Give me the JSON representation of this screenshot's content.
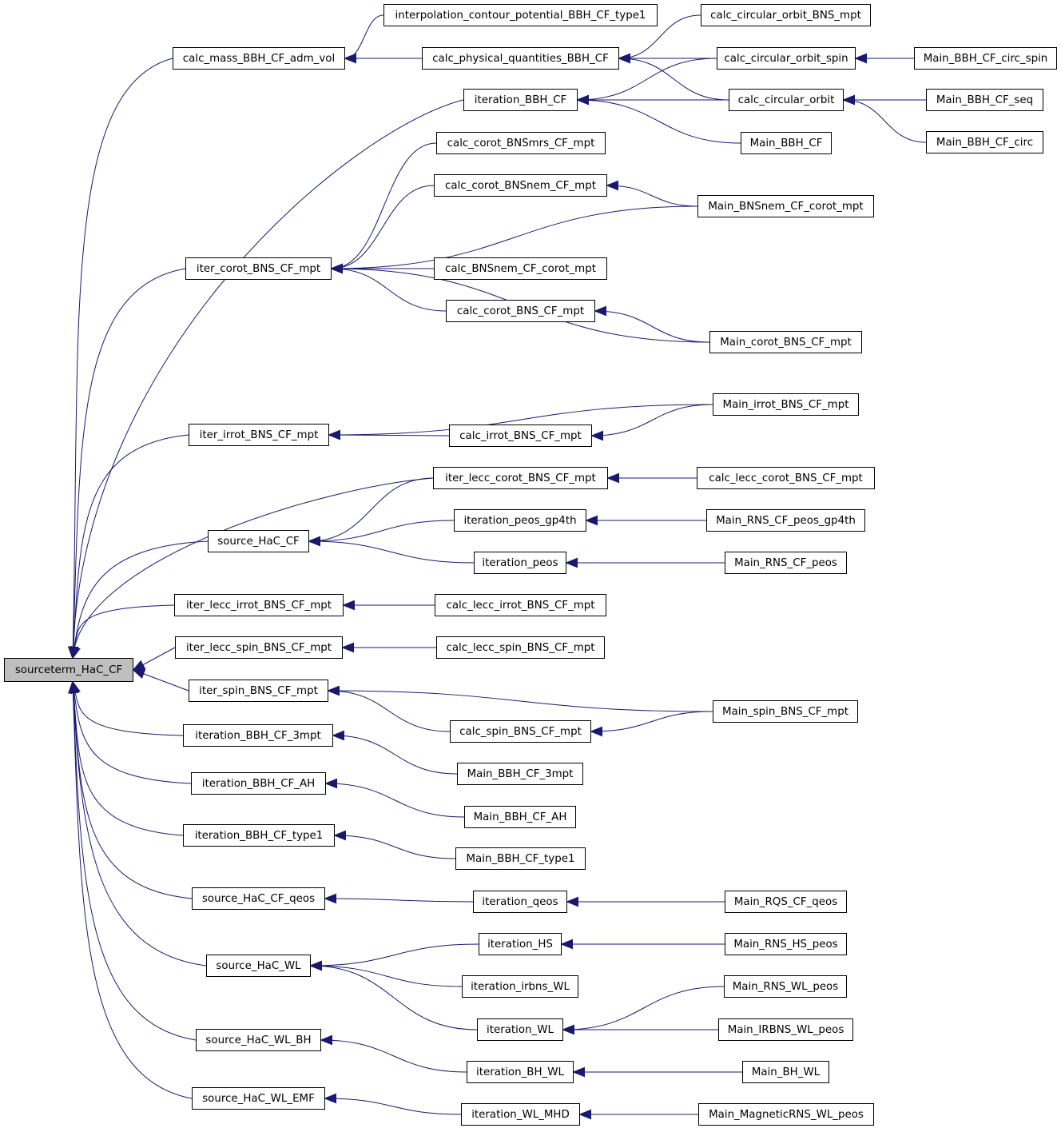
{
  "graph": {
    "root": "sourceterm_HaC_CF",
    "edge_color": "#191970",
    "root_fill": "#bfbfbf",
    "nodes": {
      "root": "sourceterm_HaC_CF",
      "calc_mass": "calc_mass_BBH_CF_adm_vol",
      "iter_corot": "iter_corot_BNS_CF_mpt",
      "iter_irrot": "iter_irrot_BNS_CF_mpt",
      "source_HaC_CF": "source_HaC_CF",
      "iter_lecc_irrot": "iter_lecc_irrot_BNS_CF_mpt",
      "iter_lecc_spin": "iter_lecc_spin_BNS_CF_mpt",
      "iter_spin": "iter_spin_BNS_CF_mpt",
      "iteration_BBH_CF_3mpt": "iteration_BBH_CF_3mpt",
      "iteration_BBH_CF_AH": "iteration_BBH_CF_AH",
      "iteration_BBH_CF_type1": "iteration_BBH_CF_type1",
      "source_HaC_CF_qeos": "source_HaC_CF_qeos",
      "source_HaC_WL": "source_HaC_WL",
      "source_HaC_WL_BH": "source_HaC_WL_BH",
      "source_HaC_WL_EMF": "source_HaC_WL_EMF",
      "interp": "interpolation_contour_potential_BBH_CF_type1",
      "calc_phys": "calc_physical_quantities_BBH_CF",
      "iteration_BBH_CF": "iteration_BBH_CF",
      "calc_corot_BNSmrs": "calc_corot_BNSmrs_CF_mpt",
      "calc_corot_BNSnem": "calc_corot_BNSnem_CF_mpt",
      "calc_BNSnem_corot": "calc_BNSnem_CF_corot_mpt",
      "calc_corot_BNS": "calc_corot_BNS_CF_mpt",
      "calc_irrot": "calc_irrot_BNS_CF_mpt",
      "iter_lecc_corot": "iter_lecc_corot_BNS_CF_mpt",
      "iteration_peos_gp4th": "iteration_peos_gp4th",
      "iteration_peos": "iteration_peos",
      "calc_lecc_irrot": "calc_lecc_irrot_BNS_CF_mpt",
      "calc_lecc_spin": "calc_lecc_spin_BNS_CF_mpt",
      "calc_spin": "calc_spin_BNS_CF_mpt",
      "Main_BBH_CF_3mpt": "Main_BBH_CF_3mpt",
      "Main_BBH_CF_AH": "Main_BBH_CF_AH",
      "Main_BBH_CF_type1": "Main_BBH_CF_type1",
      "iteration_qeos": "iteration_qeos",
      "iteration_HS": "iteration_HS",
      "iteration_irbns_WL": "iteration_irbns_WL",
      "iteration_WL": "iteration_WL",
      "iteration_BH_WL": "iteration_BH_WL",
      "iteration_WL_MHD": "iteration_WL_MHD",
      "calc_circ_BNS": "calc_circular_orbit_BNS_mpt",
      "calc_circ_spin": "calc_circular_orbit_spin",
      "calc_circ": "calc_circular_orbit",
      "Main_BBH_CF": "Main_BBH_CF",
      "Main_BNSnem": "Main_BNSnem_CF_corot_mpt",
      "Main_corot": "Main_corot_BNS_CF_mpt",
      "Main_irrot": "Main_irrot_BNS_CF_mpt",
      "calc_lecc_corot": "calc_lecc_corot_BNS_CF_mpt",
      "Main_RNS_gp4th": "Main_RNS_CF_peos_gp4th",
      "Main_RNS_peos": "Main_RNS_CF_peos",
      "Main_spin": "Main_spin_BNS_CF_mpt",
      "Main_RQS_qeos": "Main_RQS_CF_qeos",
      "Main_RNS_HS": "Main_RNS_HS_peos",
      "Main_RNS_WL": "Main_RNS_WL_peos",
      "Main_IRBNS_WL": "Main_IRBNS_WL_peos",
      "Main_BH_WL": "Main_BH_WL",
      "Main_MagRNS": "Main_MagneticRNS_WL_peos",
      "Main_circ_spin": "Main_BBH_CF_circ_spin",
      "Main_seq": "Main_BBH_CF_seq",
      "Main_circ": "Main_BBH_CF_circ"
    },
    "edges": [
      [
        "root",
        "calc_mass"
      ],
      [
        "root",
        "iteration_BBH_CF"
      ],
      [
        "root",
        "iter_corot"
      ],
      [
        "root",
        "iter_irrot"
      ],
      [
        "root",
        "iter_lecc_corot"
      ],
      [
        "root",
        "source_HaC_CF"
      ],
      [
        "root",
        "iter_lecc_irrot"
      ],
      [
        "root",
        "iter_lecc_spin"
      ],
      [
        "root",
        "iter_spin"
      ],
      [
        "root",
        "iteration_BBH_CF_3mpt"
      ],
      [
        "root",
        "iteration_BBH_CF_AH"
      ],
      [
        "root",
        "iteration_BBH_CF_type1"
      ],
      [
        "root",
        "source_HaC_CF_qeos"
      ],
      [
        "root",
        "source_HaC_WL"
      ],
      [
        "root",
        "source_HaC_WL_BH"
      ],
      [
        "root",
        "source_HaC_WL_EMF"
      ],
      [
        "calc_mass",
        "interp"
      ],
      [
        "calc_mass",
        "calc_phys"
      ],
      [
        "calc_phys",
        "calc_circ_BNS"
      ],
      [
        "calc_phys",
        "calc_circ_spin"
      ],
      [
        "calc_phys",
        "calc_circ"
      ],
      [
        "iteration_BBH_CF",
        "calc_circ_spin"
      ],
      [
        "iteration_BBH_CF",
        "calc_circ"
      ],
      [
        "iteration_BBH_CF",
        "Main_BBH_CF"
      ],
      [
        "calc_circ_spin",
        "Main_circ_spin"
      ],
      [
        "calc_circ",
        "Main_seq"
      ],
      [
        "calc_circ",
        "Main_circ"
      ],
      [
        "iter_corot",
        "calc_corot_BNSmrs"
      ],
      [
        "iter_corot",
        "calc_corot_BNSnem"
      ],
      [
        "iter_corot",
        "Main_BNSnem"
      ],
      [
        "iter_corot",
        "calc_BNSnem_corot"
      ],
      [
        "iter_corot",
        "calc_corot_BNS"
      ],
      [
        "iter_corot",
        "Main_corot"
      ],
      [
        "calc_corot_BNSnem",
        "Main_BNSnem"
      ],
      [
        "calc_corot_BNS",
        "Main_corot"
      ],
      [
        "iter_irrot",
        "Main_irrot"
      ],
      [
        "iter_irrot",
        "calc_irrot"
      ],
      [
        "calc_irrot",
        "Main_irrot"
      ],
      [
        "iter_lecc_corot",
        "calc_lecc_corot"
      ],
      [
        "source_HaC_CF",
        "iter_lecc_corot"
      ],
      [
        "source_HaC_CF",
        "iteration_peos_gp4th"
      ],
      [
        "source_HaC_CF",
        "iteration_peos"
      ],
      [
        "iteration_peos_gp4th",
        "Main_RNS_gp4th"
      ],
      [
        "iteration_peos",
        "Main_RNS_peos"
      ],
      [
        "iter_lecc_irrot",
        "calc_lecc_irrot"
      ],
      [
        "iter_lecc_spin",
        "calc_lecc_spin"
      ],
      [
        "iter_spin",
        "Main_spin"
      ],
      [
        "iter_spin",
        "calc_spin"
      ],
      [
        "calc_spin",
        "Main_spin"
      ],
      [
        "iteration_BBH_CF_3mpt",
        "Main_BBH_CF_3mpt"
      ],
      [
        "iteration_BBH_CF_AH",
        "Main_BBH_CF_AH"
      ],
      [
        "iteration_BBH_CF_type1",
        "Main_BBH_CF_type1"
      ],
      [
        "source_HaC_CF_qeos",
        "iteration_qeos"
      ],
      [
        "iteration_qeos",
        "Main_RQS_qeos"
      ],
      [
        "source_HaC_WL",
        "iteration_HS"
      ],
      [
        "source_HaC_WL",
        "iteration_irbns_WL"
      ],
      [
        "source_HaC_WL",
        "iteration_WL"
      ],
      [
        "iteration_HS",
        "Main_RNS_HS"
      ],
      [
        "iteration_WL",
        "Main_RNS_WL"
      ],
      [
        "iteration_WL",
        "Main_IRBNS_WL"
      ],
      [
        "source_HaC_WL_BH",
        "iteration_BH_WL"
      ],
      [
        "iteration_BH_WL",
        "Main_BH_WL"
      ],
      [
        "source_HaC_WL_EMF",
        "iteration_WL_MHD"
      ],
      [
        "iteration_WL_MHD",
        "Main_MagRNS"
      ]
    ]
  }
}
